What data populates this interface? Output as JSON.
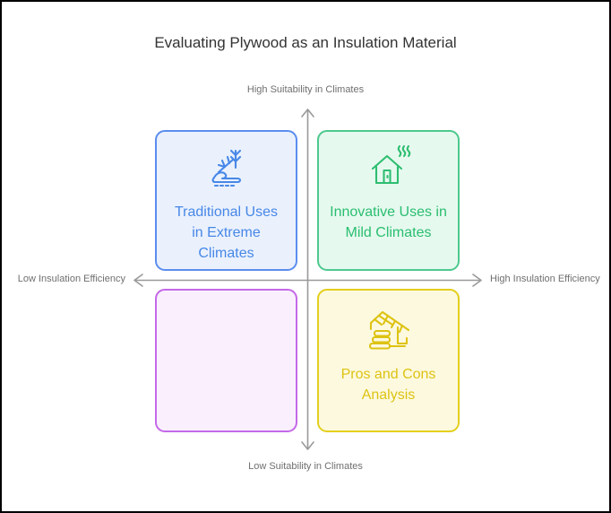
{
  "title": "Evaluating Plywood as an Insulation Material",
  "axes": {
    "top_label": "High Suitability in Climates",
    "bottom_label": "Low Suitability in Climates",
    "left_label": "Low Insulation Efficiency",
    "right_label": "High Insulation Efficiency",
    "arrow_color": "#999999"
  },
  "quadrants": {
    "top_left": {
      "icon": "frost-ground-icon",
      "lines": {
        "l1": "Traditional Uses",
        "l2": "in Extreme",
        "l3": "Climates"
      },
      "fill": "#eaf1fd",
      "border": "#5b8def",
      "text_color": "#4787e7"
    },
    "top_right": {
      "icon": "heated-house-icon",
      "lines": {
        "l1": "Innovative Uses in",
        "l2": "Mild Climates"
      },
      "fill": "#e6f9ef",
      "border": "#4dc98e",
      "text_color": "#29be6f"
    },
    "bottom_left": {
      "icon": "none",
      "lines": {},
      "fill": "#faf0fd",
      "border": "#c468e8",
      "text_color": ""
    },
    "bottom_right": {
      "icon": "construction-house-icon",
      "lines": {
        "l1": "Pros and Cons",
        "l2": "Analysis"
      },
      "fill": "#fdf9df",
      "border": "#e3cf1c",
      "text_color": "#ddc312"
    }
  },
  "colors": {
    "title_text": "#333333",
    "axis_text": "#6f6f6f",
    "background": "#ffffff",
    "frame_border": "#000000"
  }
}
